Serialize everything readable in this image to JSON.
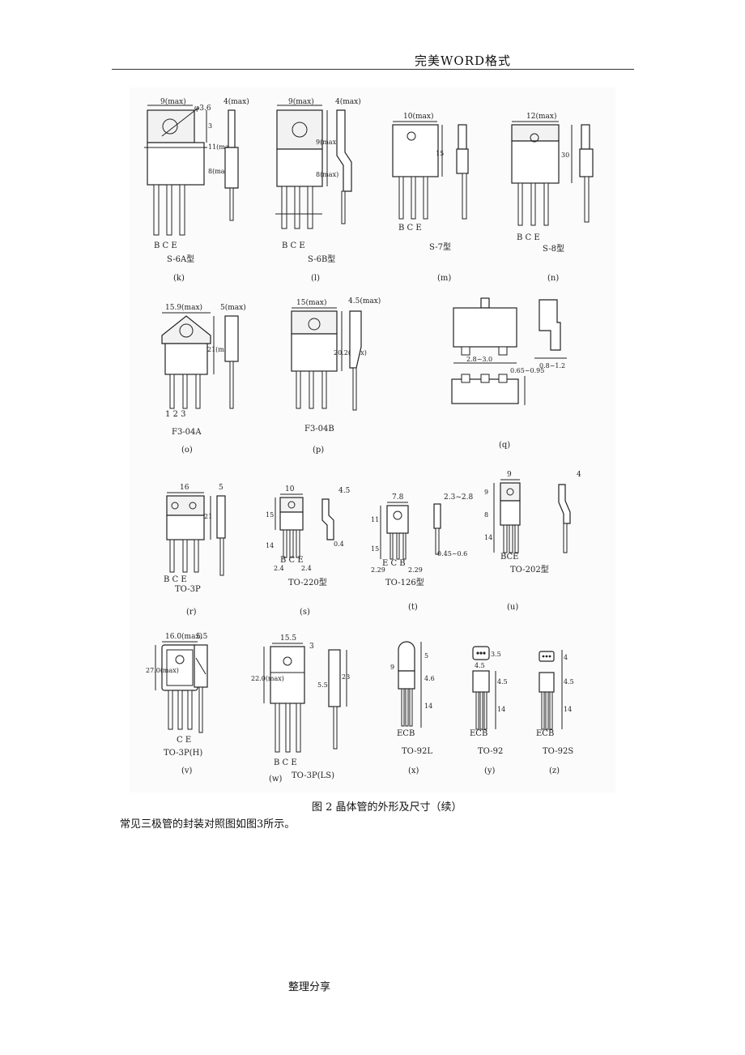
{
  "header": {
    "text": "完美WORD格式"
  },
  "figure": {
    "caption": "图 2  晶体管的外形及尺寸（续）",
    "packages": [
      {
        "letter": "(k)",
        "model": "S-6A型",
        "pins": "B  C  E",
        "dims": [
          "9(max)",
          "φ3.6",
          "4(max)",
          "3",
          "11(max)",
          "8(max)"
        ]
      },
      {
        "letter": "(l)",
        "model": "S-6B型",
        "pins": "B  C  E",
        "dims": [
          "9(max)",
          "4(max)",
          "9(max)",
          "8(max)"
        ]
      },
      {
        "letter": "(m)",
        "model": "S-7型",
        "pins": "B  C  E",
        "dims": [
          "10(max)",
          "15"
        ]
      },
      {
        "letter": "(n)",
        "model": "S-8型",
        "pins": "B  C  E",
        "dims": [
          "12(max)",
          "30"
        ]
      },
      {
        "letter": "(o)",
        "model": "F3-04A",
        "pins": "1  2  3",
        "dims": [
          "15.9(max)",
          "5(max)",
          "21(max)"
        ]
      },
      {
        "letter": "(p)",
        "model": "F3-04B",
        "pins": "",
        "dims": [
          "15(max)",
          "4.5(max)",
          "20.2(max)"
        ]
      },
      {
        "letter": "(q)",
        "model": "",
        "pins": "",
        "dims": [
          "2.8~3.0",
          "0.65~0.95",
          "0.8~1.2"
        ]
      },
      {
        "letter": "(r)",
        "model": "TO-3P",
        "pins": "B C E",
        "dims": [
          "16",
          "5",
          "21"
        ]
      },
      {
        "letter": "(s)",
        "model": "TO-220型",
        "pins": "B C E",
        "dims": [
          "10",
          "4.5",
          "15",
          "14",
          "0.4",
          "2.4",
          "2.4"
        ]
      },
      {
        "letter": "(t)",
        "model": "TO-126型",
        "pins": "E C B",
        "dims": [
          "7.8",
          "2.3~2.8",
          "11",
          "15",
          "0.45~0.6",
          "2.29",
          "2.29"
        ]
      },
      {
        "letter": "(u)",
        "model": "TO-202型",
        "pins": "BCE",
        "dims": [
          "9",
          "4",
          "9",
          "8",
          "14"
        ]
      },
      {
        "letter": "(v)",
        "model": "TO-3P(H)",
        "pins": "C  E",
        "dims": [
          "16.0(max)",
          "5.5",
          "27.0(max)"
        ]
      },
      {
        "letter": "(w)",
        "model": "TO-3P(LS)",
        "pins": "B  C  E",
        "dims": [
          "15.5",
          "3",
          "22.0(max)",
          "5.5",
          "23"
        ]
      },
      {
        "letter": "(x)",
        "model": "TO-92L",
        "pins": "ECB",
        "dims": [
          "9",
          "5",
          "4.6",
          "14"
        ]
      },
      {
        "letter": "(y)",
        "model": "TO-92",
        "pins": "ECB",
        "dims": [
          "4.5",
          "3.5",
          "4.5",
          "14"
        ]
      },
      {
        "letter": "(z)",
        "model": "TO-92S",
        "pins": "ECB",
        "dims": [
          "4",
          "4.5",
          "14"
        ]
      }
    ]
  },
  "body": {
    "text": "常见三极管的封装对照图如图3所示。"
  },
  "footer": {
    "text": "整理分享"
  }
}
